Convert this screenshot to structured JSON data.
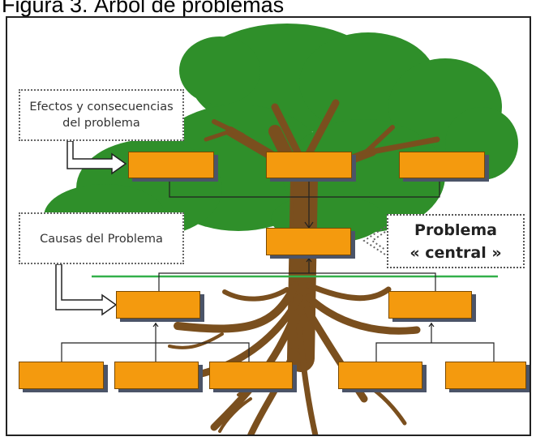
{
  "caption": "Figura 3. Árbol de problemas",
  "callouts": {
    "effects_line1": "Efectos y consecuencias",
    "effects_line2": "del problema",
    "causes": "Causas del Problema",
    "problem_line1": "Problema",
    "problem_line2": "« central »"
  },
  "colors": {
    "box_fill": "#f49a0e",
    "box_shadow": "#4b5468",
    "foliage": "#2f8f2a",
    "trunk": "#7a4f1e",
    "ground_line": "#33b04a"
  }
}
